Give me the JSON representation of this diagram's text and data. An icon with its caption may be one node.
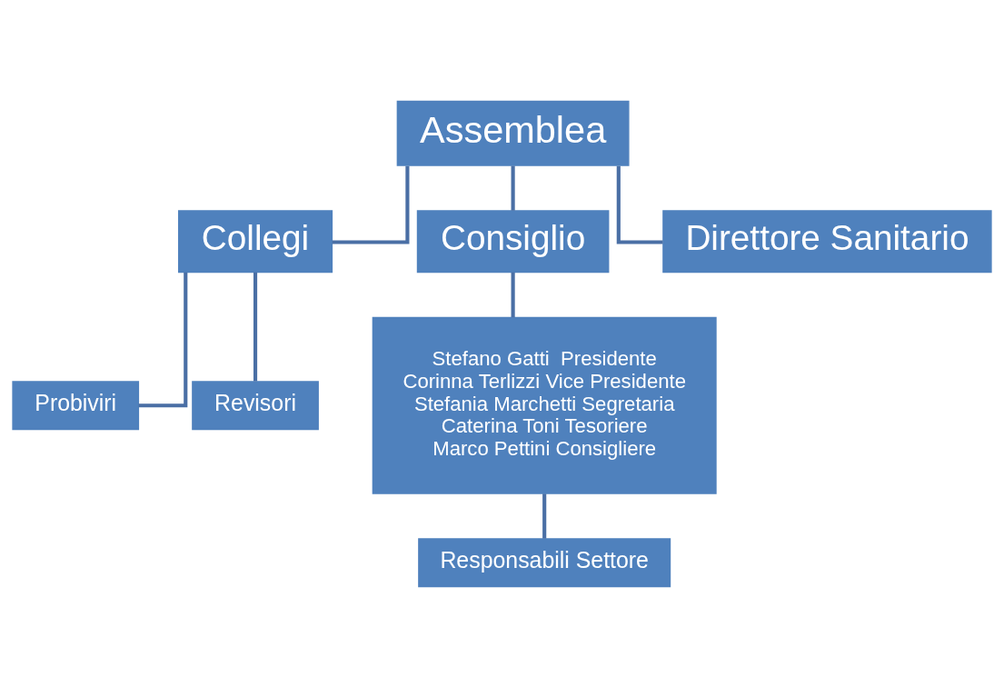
{
  "diagram": {
    "nodes": [
      {
        "text": [
          "Assemblea"
        ]
      },
      {
        "text": [
          "Collegi"
        ]
      },
      {
        "text": [
          "Consiglio"
        ]
      },
      {
        "text": [
          "Direttore Sanitario"
        ]
      },
      {
        "text": [
          "Probiviri"
        ]
      },
      {
        "text": [
          "Revisori"
        ]
      },
      {
        "text": [
          "Stefano Gatti  Presidente",
          "Corinna Terlizzi Vice Presidente",
          "Stefania Marchetti Segretaria",
          "Caterina Toni Tesoriere",
          "Marco Pettini Consigliere"
        ]
      },
      {
        "text": [
          "Responsabili Settore"
        ]
      }
    ],
    "edges": [
      {
        "from": 0,
        "to": 1,
        "arrow": "none"
      },
      {
        "from": 0,
        "to": 2,
        "arrow": "none"
      },
      {
        "from": 0,
        "to": 3,
        "arrow": "none"
      },
      {
        "from": 1,
        "to": 4,
        "arrow": "none"
      },
      {
        "from": 1,
        "to": 5,
        "arrow": "none"
      },
      {
        "from": 2,
        "to": 6,
        "arrow": "none"
      },
      {
        "from": 6,
        "to": 7,
        "arrow": "none"
      }
    ]
  }
}
